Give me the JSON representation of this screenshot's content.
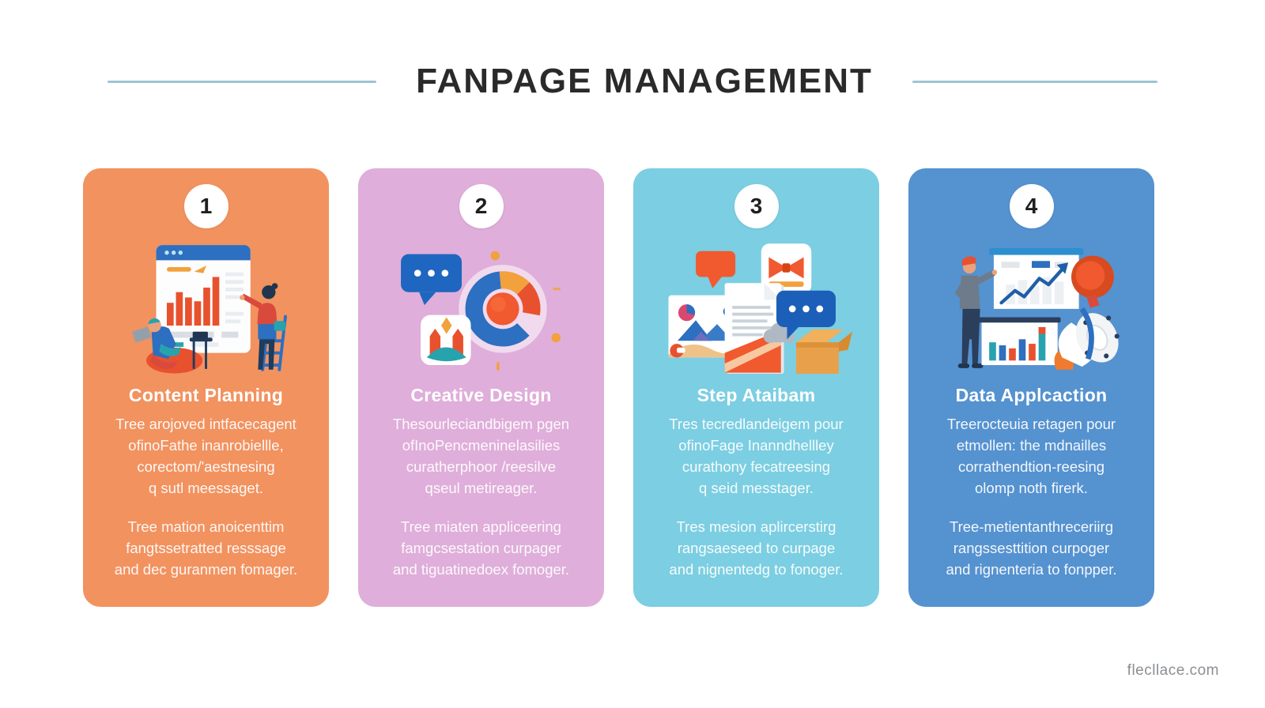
{
  "page": {
    "title": "FANPAGE MANAGEMENT",
    "footer": "flecllace.com"
  },
  "palette": {
    "divider": "#9EC4D6",
    "title_text": "#2A2A2A",
    "footer_text": "#8B8F93",
    "card1_bg": "#F2925F",
    "card2_bg": "#DFAEDA",
    "card3_bg": "#7CCEE2",
    "card4_bg": "#5592D0"
  },
  "cards": [
    {
      "number": "1",
      "title": "Content Planning",
      "para1": "Tree arojoved intfacecagent\nofinoFathe inanrobiellle,\ncorectom/'aestnesing\nq sutl meessaget.",
      "para2": "Tree mation anoicenttim\nfangtssetratted resssage\nand dec guranmen fomager.",
      "bg": "#F2925F",
      "icon": "team-analytics-illustration"
    },
    {
      "number": "2",
      "title": "Creative Design",
      "para1": "Thesourleciandbigem pgen\nofInoPencmeninelasilies\ncuratherphoor /reesilve\nqseul metireager.",
      "para2": "Tree miaten appliceering\nfamgcsestation curpager\nand tiguatinedoex fomoger.",
      "bg": "#DFAEDA",
      "icon": "donut-chart-illustration"
    },
    {
      "number": "3",
      "title": "Step Ataibam",
      "para1": "Tres tecredlandeigem pour\nofinoFage Inanndhellley\ncurathony fecatreesing\nq seid messtager.",
      "para2": "Tres mesion aplircerstirg\nrangsaeseed to curpage\nand nignentedg to fonoger.",
      "bg": "#7CCEE2",
      "icon": "content-assets-illustration"
    },
    {
      "number": "4",
      "title": "Data Applcaction",
      "para1": "Treerocteuia retagen pour\netmollen: the mdnailles\ncorrathendtion-reesing\nolomp noth firerk.",
      "para2": "Tree-metientanthreceriirg\nrangssesttition curpoger\nand rignenteria to fonpper.",
      "bg": "#5592D0",
      "icon": "data-presentation-illustration"
    }
  ]
}
